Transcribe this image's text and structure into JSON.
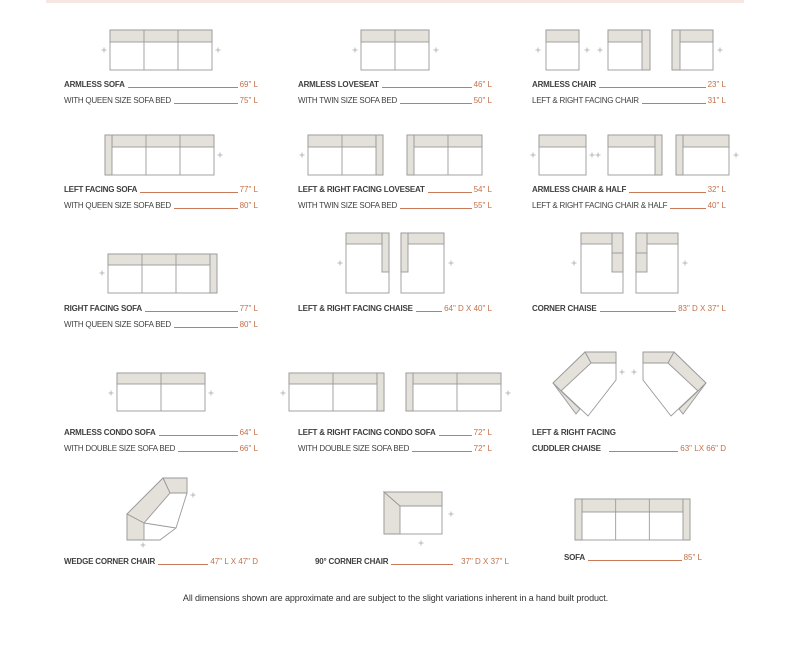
{
  "items": [
    {
      "title": "ARMLESS SOFA",
      "title_value": "69\" L",
      "sub": "WITH  QUEEN SIZE SOFA BED",
      "sub_value": "75\" L"
    },
    {
      "title": "ARMLESS LOVESEAT",
      "title_value": "46\" L",
      "sub": "WITH  TWIN SIZE SOFA BED",
      "sub_value": "50\" L"
    },
    {
      "title": "ARMLESS CHAIR",
      "title_value": "23\" L",
      "sub": "LEFT & RIGHT FACING CHAIR",
      "sub_value": "31\" L"
    },
    {
      "title": "LEFT FACING SOFA",
      "title_value": "77\" L",
      "sub": "WITH  QUEEN SIZE SOFA BED",
      "sub_value": "80\" L"
    },
    {
      "title": "LEFT & RIGHT FACING LOVESEAT",
      "title_value": "54\" L",
      "sub": "WITH  TWIN SIZE SOFA BED",
      "sub_value": "55\" L"
    },
    {
      "title": "ARMLESS CHAIR & HALF",
      "title_value": "32\" L",
      "sub": "LEFT & RIGHT FACING CHAIR & HALF",
      "sub_value": "40\" L"
    },
    {
      "title": "RIGHT FACING SOFA",
      "title_value": "77\" L",
      "sub": "WITH  QUEEN SIZE SOFA BED",
      "sub_value": "80\" L"
    },
    {
      "title": "LEFT & RIGHT FACING CHAISE",
      "title_value": "64\" D X 40\" L"
    },
    {
      "title": "CORNER CHAISE",
      "title_value": "83\" D X 37\" L"
    },
    {
      "title": "ARMLESS CONDO SOFA",
      "title_value": "64\" L",
      "sub": "WITH DOUBLE SIZE SOFA BED",
      "sub_value": "66\" L"
    },
    {
      "title": "LEFT & RIGHT FACING CONDO SOFA",
      "title_value": "72\" L",
      "sub": "WITH DOUBLE SIZE SOFA BED",
      "sub_value": "72\" L"
    },
    {
      "title": "LEFT & RIGHT FACING",
      "sub": "CUDDLER CHAISE",
      "sub_value": "63\" LX  66\" D"
    },
    {
      "title": "WEDGE CORNER CHAIR",
      "title_value": "47\" L X 47\" D"
    },
    {
      "title": "90° CORNER CHAIR",
      "title_value": "37\" D X 37\" L"
    },
    {
      "title": "SOFA",
      "title_value": "85\"  L"
    }
  ],
  "footer": "All dimensions shown are approximate and are subject to the slight variations inherent in a hand built product.",
  "colors": {
    "accent": "#c4704a",
    "fill": "#e4e0da",
    "stroke": "#9a9a9a"
  }
}
